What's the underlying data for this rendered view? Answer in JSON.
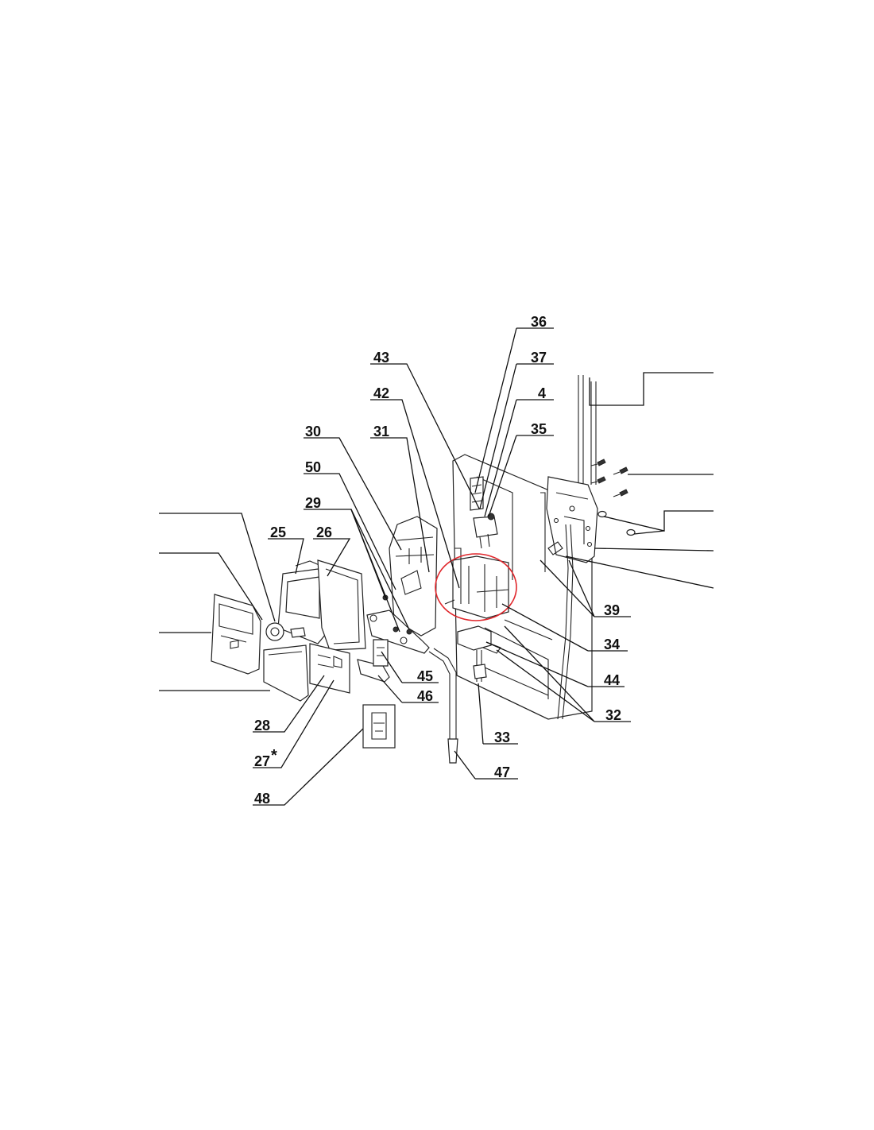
{
  "callouts": {
    "c36": "36",
    "c43": "43",
    "c37": "37",
    "c42": "42",
    "c4": "4",
    "c35": "35",
    "c30": "30",
    "c31": "31",
    "c50": "50",
    "c29": "29",
    "c25": "25",
    "c26": "26",
    "c39": "39",
    "c34": "34",
    "c44": "44",
    "c32": "32",
    "c45": "45",
    "c46": "46",
    "c33": "33",
    "c47": "47",
    "c28": "28",
    "c27": "27",
    "c27_mark": "*",
    "c48": "48"
  },
  "highlight": {
    "color": "#e0262b",
    "shape": "ellipse"
  }
}
